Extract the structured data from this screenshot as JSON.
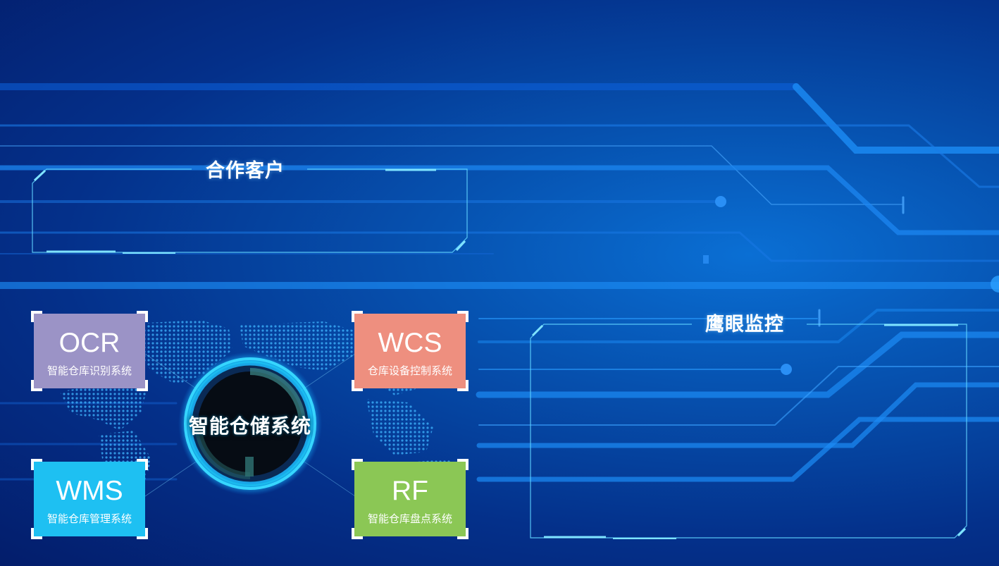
{
  "panels": {
    "clients": {
      "title": "合作客户"
    },
    "eagle_eye": {
      "title": "鹰眼监控"
    }
  },
  "hub": {
    "label": "智能仓储系统"
  },
  "systems": [
    {
      "code": "OCR",
      "desc": "智能仓库识别系统",
      "color": "#9b93c6"
    },
    {
      "code": "WCS",
      "desc": "仓库设备控制系统",
      "color": "#ee8f7f"
    },
    {
      "code": "WMS",
      "desc": "智能仓库管理系统",
      "color": "#1ec0f2"
    },
    {
      "code": "RF",
      "desc": "智能仓库盘点系统",
      "color": "#8bc755"
    }
  ],
  "colors": {
    "frame": "#5fd3ff",
    "circuit": "#1e8fff",
    "hub_glow": "#1fd0ff"
  }
}
